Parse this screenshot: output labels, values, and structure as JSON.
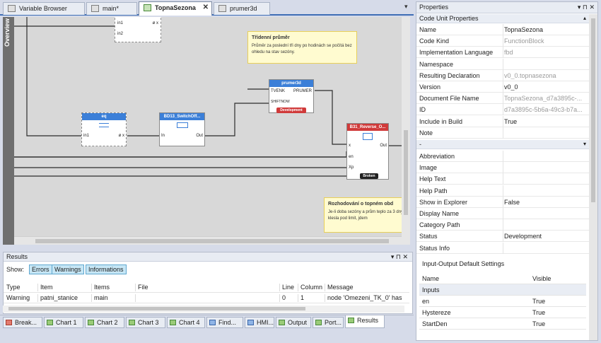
{
  "doc_tabs": [
    {
      "label": "Variable Browser"
    },
    {
      "label": "main*"
    },
    {
      "label": "TopnaSezona"
    },
    {
      "label": "prumer3d"
    }
  ],
  "overview_label": "Overview",
  "diagram": {
    "in_labels": [
      "in1",
      "in2"
    ],
    "note1": {
      "title": "Třídenní průměr",
      "text": "Průměr za poslední tři dny po hodinách se počítá bez ohledu na stav sezóny."
    },
    "note2": {
      "title": "Rozhodování o topném obd",
      "text": "Je-li doba sezóny a prům teplo za 3 dny klesla pod limit, jdem"
    },
    "blocks": {
      "eq": {
        "title": "eq",
        "pins": [
          "in1",
          "ø x"
        ]
      },
      "switch": {
        "title": "BD13_SwitchOff...",
        "pins": [
          "In",
          "Out"
        ]
      },
      "prumer": {
        "title": "prumer3d",
        "pins": [
          "TVENK",
          "PRUMER",
          "SHIFTNOW"
        ],
        "badge": "Development"
      },
      "reverse": {
        "title": "B31_Reverse_O...",
        "pins": [
          "Out",
          "x",
          "en",
          "Xp"
        ],
        "badge": "Broken"
      }
    }
  },
  "results": {
    "title": "Results",
    "show_label": "Show:",
    "filters": [
      "Errors",
      "Warnings",
      "Informations"
    ],
    "columns": [
      "Type",
      "Item",
      "Items",
      "File",
      "Line",
      "Column",
      "Message"
    ],
    "rows": [
      {
        "type": "Warning",
        "item": "patni_stanice",
        "items": "main",
        "file": "",
        "line": "0",
        "column": "1",
        "message": "node 'Omezeni_TK_0' has"
      }
    ]
  },
  "bottom_tabs": [
    "Break...",
    "Chart 1",
    "Chart 2",
    "Chart 3",
    "Chart 4",
    "Find...",
    "HMI...",
    "Output",
    "Port...",
    "Results"
  ],
  "properties": {
    "title": "Properties",
    "section1": "Code Unit Properties",
    "rows1": [
      {
        "name": "Name",
        "value": "TopnaSezona",
        "muted": false
      },
      {
        "name": "Code Kind",
        "value": "FunctionBlock",
        "muted": true
      },
      {
        "name": "Implementation Language",
        "value": "fbd",
        "muted": true
      },
      {
        "name": "Namespace",
        "value": "",
        "muted": false
      },
      {
        "name": "Resulting Declaration",
        "value": "v0_0.topnasezona",
        "muted": true
      },
      {
        "name": "Version",
        "value": "v0_0",
        "muted": false
      },
      {
        "name": "Document File Name",
        "value": "TopnaSezona_d7a3895c-...",
        "muted": true
      },
      {
        "name": "ID",
        "value": "d7a3895c-5b6a-49c3-b7a...",
        "muted": true
      },
      {
        "name": "Include in Build",
        "value": "True",
        "muted": false
      },
      {
        "name": "Note",
        "value": "",
        "muted": false
      }
    ],
    "section2": "-",
    "rows2": [
      {
        "name": "Abbreviation",
        "value": ""
      },
      {
        "name": "Image",
        "value": ""
      },
      {
        "name": "Help Text",
        "value": ""
      },
      {
        "name": "Help Path",
        "value": ""
      },
      {
        "name": "Show in Explorer",
        "value": "False"
      },
      {
        "name": "Display Name",
        "value": ""
      },
      {
        "name": "Category Path",
        "value": ""
      },
      {
        "name": "Status",
        "value": "Development"
      },
      {
        "name": "Status Info",
        "value": ""
      }
    ],
    "io_title": "Input-Output Default Settings",
    "io_columns": [
      "Name",
      "Visible"
    ],
    "io_group": "Inputs",
    "io_rows": [
      {
        "name": "en",
        "visible": "True"
      },
      {
        "name": "Hystereze",
        "visible": "True"
      },
      {
        "name": "StartDen",
        "visible": "True"
      }
    ]
  }
}
